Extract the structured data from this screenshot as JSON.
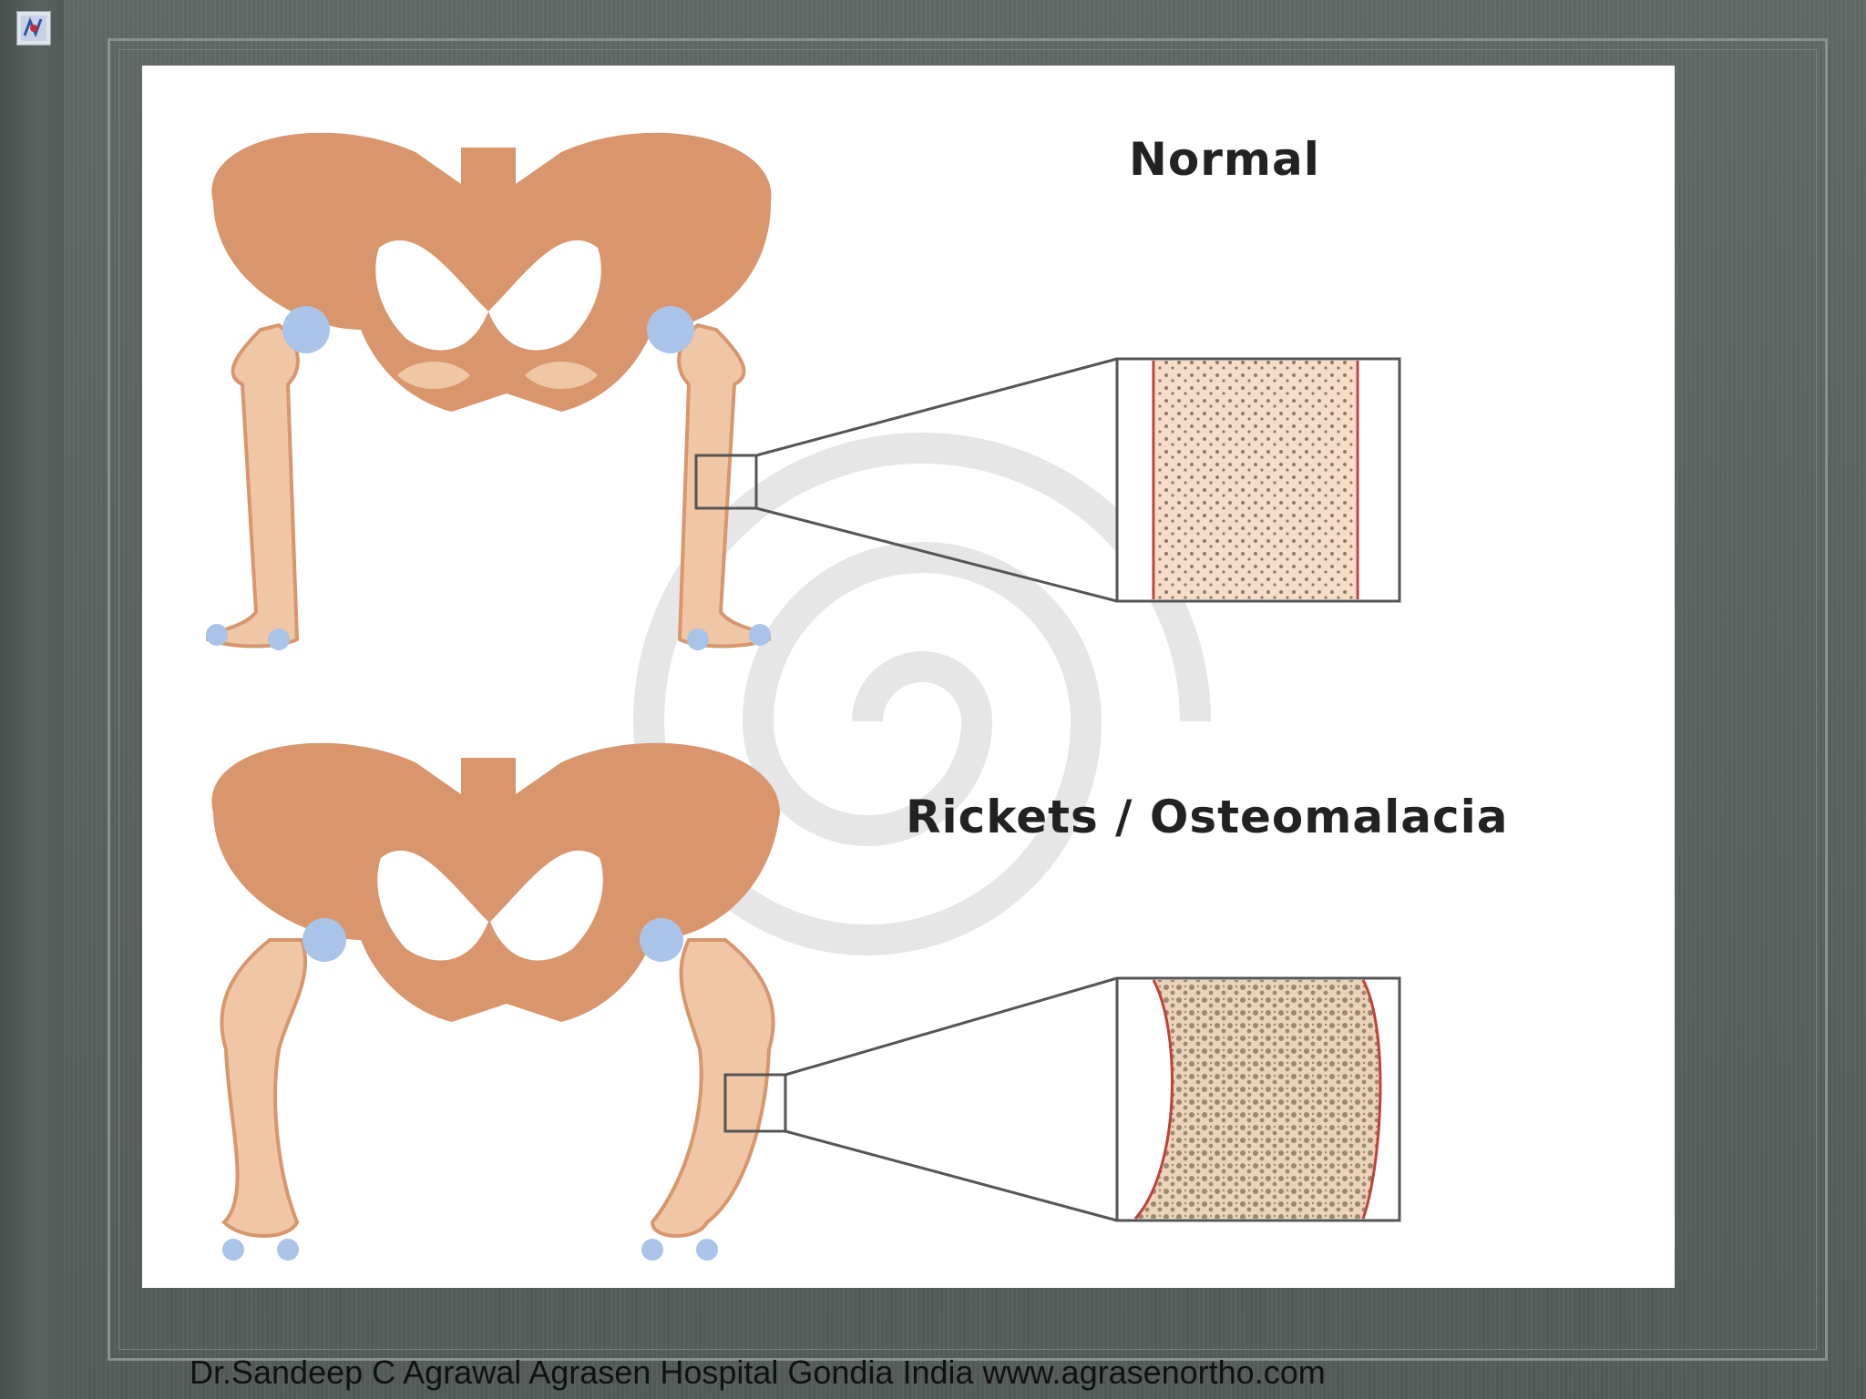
{
  "slide": {
    "label_normal": "Normal",
    "label_rickets": "Rickets / Osteomalacia",
    "footer": "Dr.Sandeep C Agrawal Agrasen Hospital Gondia India www.agrasenortho.com"
  },
  "colors": {
    "background": "#5b6360",
    "bone": "#d9966c",
    "bone_light": "#f0c7a4",
    "cartilage": "#a9c4e8",
    "cortex_line": "#c0403a",
    "marrow": "#f7ddc8"
  }
}
